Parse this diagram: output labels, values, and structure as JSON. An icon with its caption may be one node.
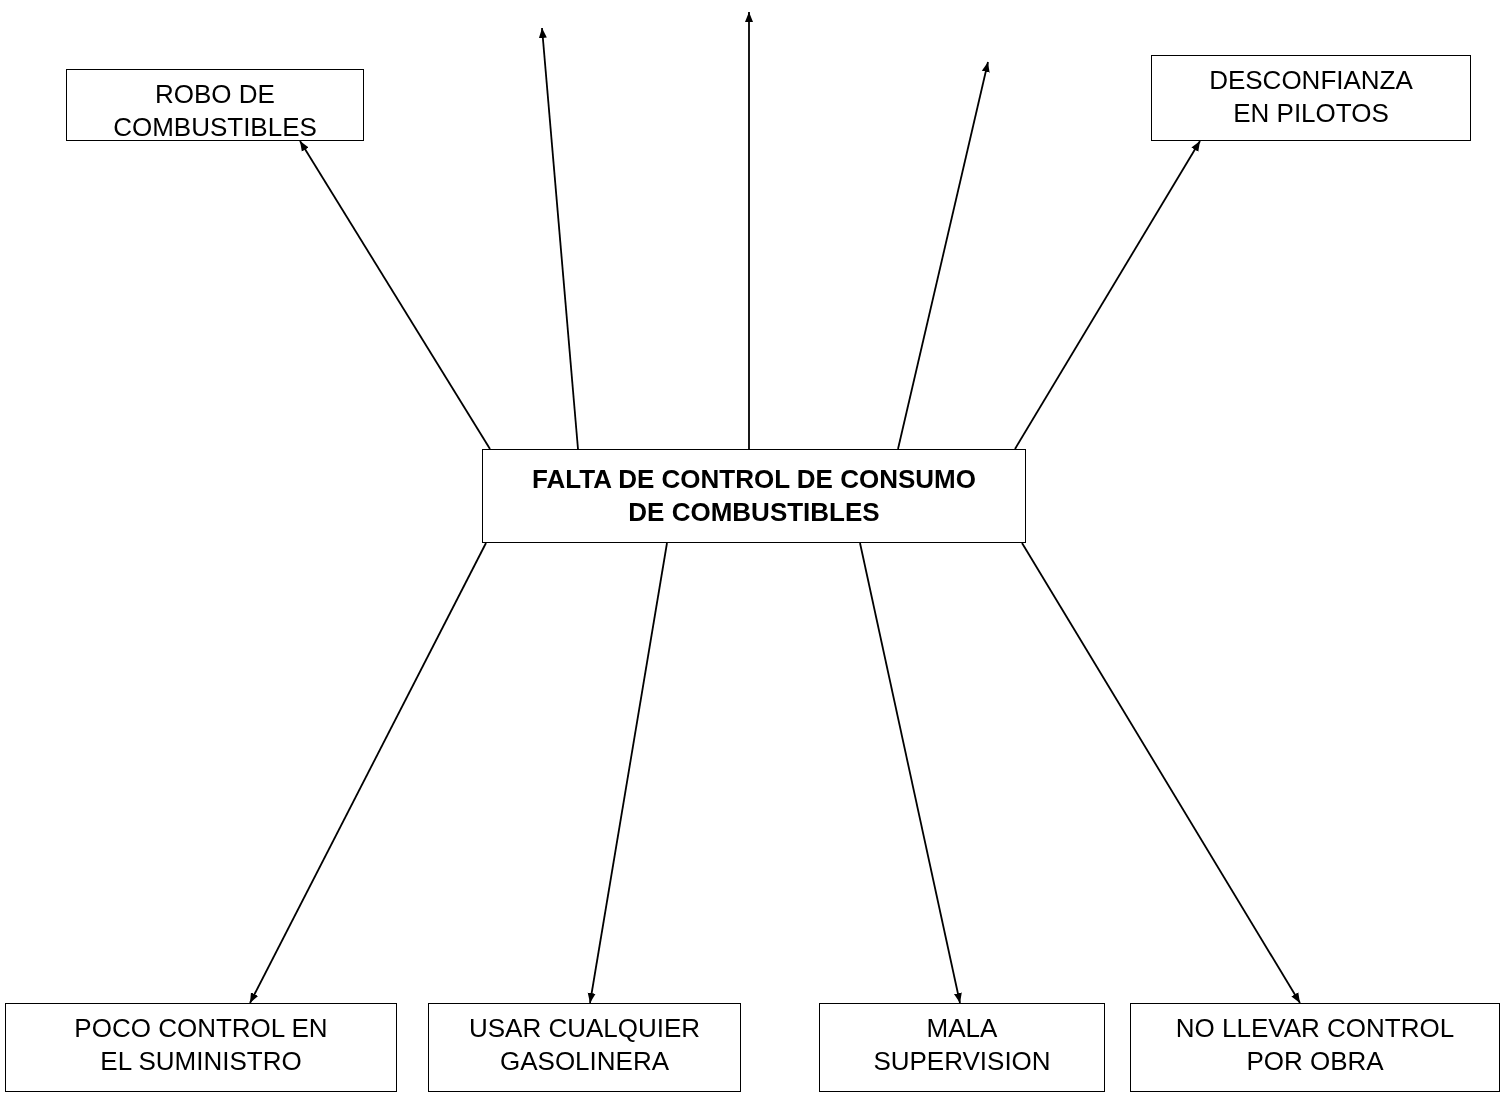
{
  "diagram": {
    "nodes": [
      {
        "text": [
          "ROBO DE COMBUSTIBLES"
        ]
      },
      {
        "text": [
          "DESCONFIANZA EN PILOTOS"
        ]
      },
      {
        "text": [
          "FALTA DE CONTROL DE CONSUMO DE COMBUSTIBLES"
        ]
      },
      {
        "text": [
          "POCO CONTROL EN EL SUMINISTRO"
        ]
      },
      {
        "text": [
          "USAR CUALQUIER GASOLINERA"
        ]
      },
      {
        "text": [
          "MALA SUPERVISION"
        ]
      },
      {
        "text": [
          "NO LLEVAR CONTROL POR OBRA"
        ]
      }
    ],
    "edges": [
      {
        "from": 2,
        "to": 0,
        "arrow": "to"
      },
      {
        "from": 2,
        "to": null,
        "arrow": "to"
      },
      {
        "from": 2,
        "to": null,
        "arrow": "to"
      },
      {
        "from": 2,
        "to": null,
        "arrow": "to"
      },
      {
        "from": 2,
        "to": 1,
        "arrow": "to"
      },
      {
        "from": 2,
        "to": 3,
        "arrow": "to"
      },
      {
        "from": 2,
        "to": 4,
        "arrow": "to"
      },
      {
        "from": 2,
        "to": 5,
        "arrow": "to"
      },
      {
        "from": 2,
        "to": 6,
        "arrow": "to"
      }
    ]
  }
}
